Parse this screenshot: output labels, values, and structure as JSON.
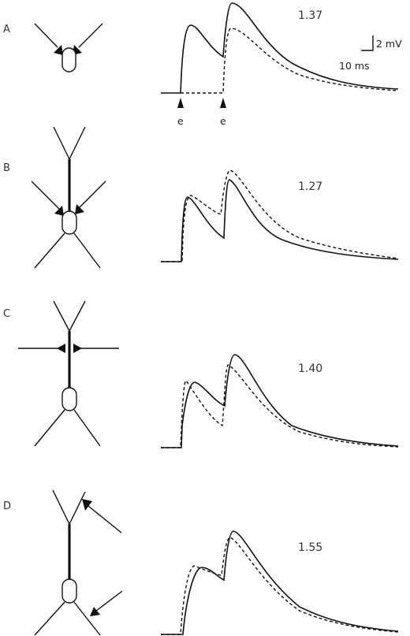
{
  "panels": [
    {
      "letter": "A",
      "ratio": "1.37"
    },
    {
      "letter": "B",
      "ratio": "1.27"
    },
    {
      "letter": "C",
      "ratio": "1.40"
    },
    {
      "letter": "D",
      "ratio": "1.55"
    }
  ],
  "scale_bar": {
    "voltage": "2 mV",
    "time": "10 ms"
  },
  "stimulus_marks": [
    "e",
    "e"
  ]
}
